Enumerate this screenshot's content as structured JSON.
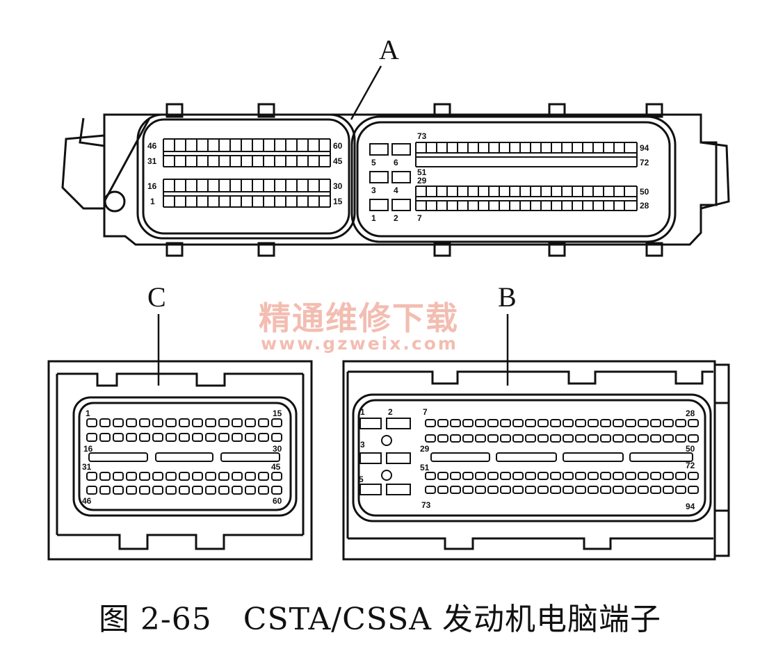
{
  "callouts": {
    "a": "A",
    "b": "B",
    "c": "C"
  },
  "caption": "图 2-65　CSTA/CSSA 发动机电脑端子",
  "watermark": {
    "cn": "精通维修下载",
    "url": "www.gzweix.com"
  },
  "connector_a_left": {
    "row1": {
      "start": "46",
      "end": "60"
    },
    "row2": {
      "start": "31",
      "end": "45"
    },
    "row3": {
      "start": "16",
      "end": "30"
    },
    "row4": {
      "start": "1",
      "end": "15"
    }
  },
  "connector_a_right": {
    "row1": {
      "start": "73",
      "end": "94"
    },
    "row2": {
      "start": "51",
      "end": "72"
    },
    "row3": {
      "start": "29",
      "end": "50"
    },
    "row4": {
      "start": "7",
      "end": "28"
    },
    "small": [
      "5",
      "6",
      "3",
      "4",
      "1",
      "2"
    ]
  },
  "connector_c": {
    "row1": {
      "start": "1",
      "end": "15"
    },
    "row2": {
      "start": "16",
      "end": "30"
    },
    "row3": {
      "start": "31",
      "end": "45"
    },
    "row4": {
      "start": "46",
      "end": "60"
    }
  },
  "connector_b": {
    "small": [
      "1",
      "2",
      "3",
      "5"
    ],
    "row1": {
      "start": "7",
      "end": "28"
    },
    "row2": {
      "start": "29",
      "end": "50"
    },
    "row3": {
      "start": "51",
      "end": "72"
    },
    "row4": {
      "start": "73",
      "end": "94"
    }
  },
  "colors": {
    "ink": "#111111",
    "watermark": "#f0a898",
    "background": "#ffffff"
  }
}
